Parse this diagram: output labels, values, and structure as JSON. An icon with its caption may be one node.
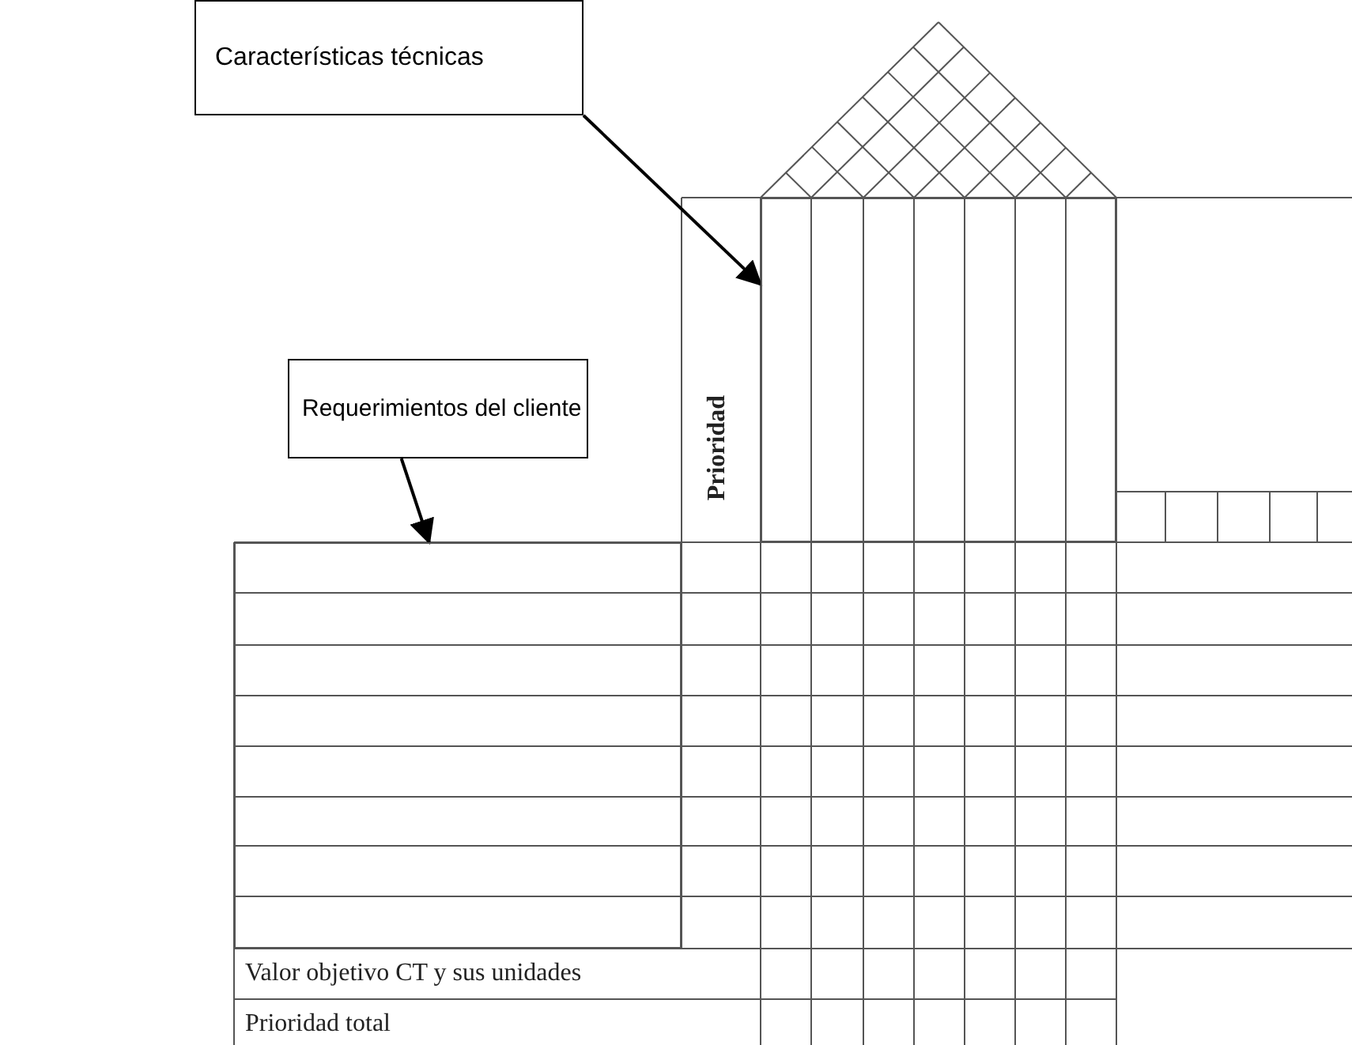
{
  "diagram": {
    "nodes": [
      {
        "text": [
          "Características técnicas"
        ]
      },
      {
        "text": [
          "Requerimientos del cliente"
        ]
      },
      {
        "text": [],
        "shape": "box"
      },
      {
        "text": [],
        "shape": "box"
      }
    ],
    "edges": [
      {
        "from": 0,
        "to": 2,
        "arrow": "to"
      },
      {
        "from": 1,
        "to": 3,
        "arrow": "to"
      }
    ],
    "labels": [
      "Prioridad",
      "Valor objetivo CT y sus unidades",
      "Prioridad total"
    ]
  }
}
